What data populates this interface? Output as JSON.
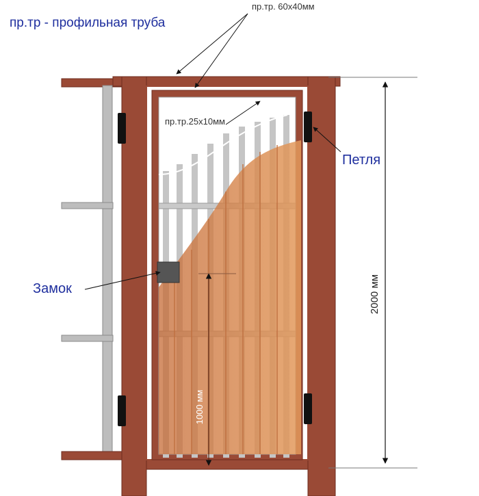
{
  "legend": "пр.тр - профильная труба",
  "labels": {
    "frame_pipe": "пр.тр. 60х40мм",
    "slat_pipe": "пр.тр.25х10мм",
    "hinge": "Петля",
    "lock": "Замок",
    "height_total": "2000 мм",
    "height_lock": "1000 мм"
  },
  "colors": {
    "post": "#9a4a36",
    "post_edge": "#6e2c1f",
    "fence_bar": "#b8b8b8",
    "slat": "#c5c5c5",
    "panel": "#d98a4f",
    "text_blue": "#1f2f9e"
  }
}
